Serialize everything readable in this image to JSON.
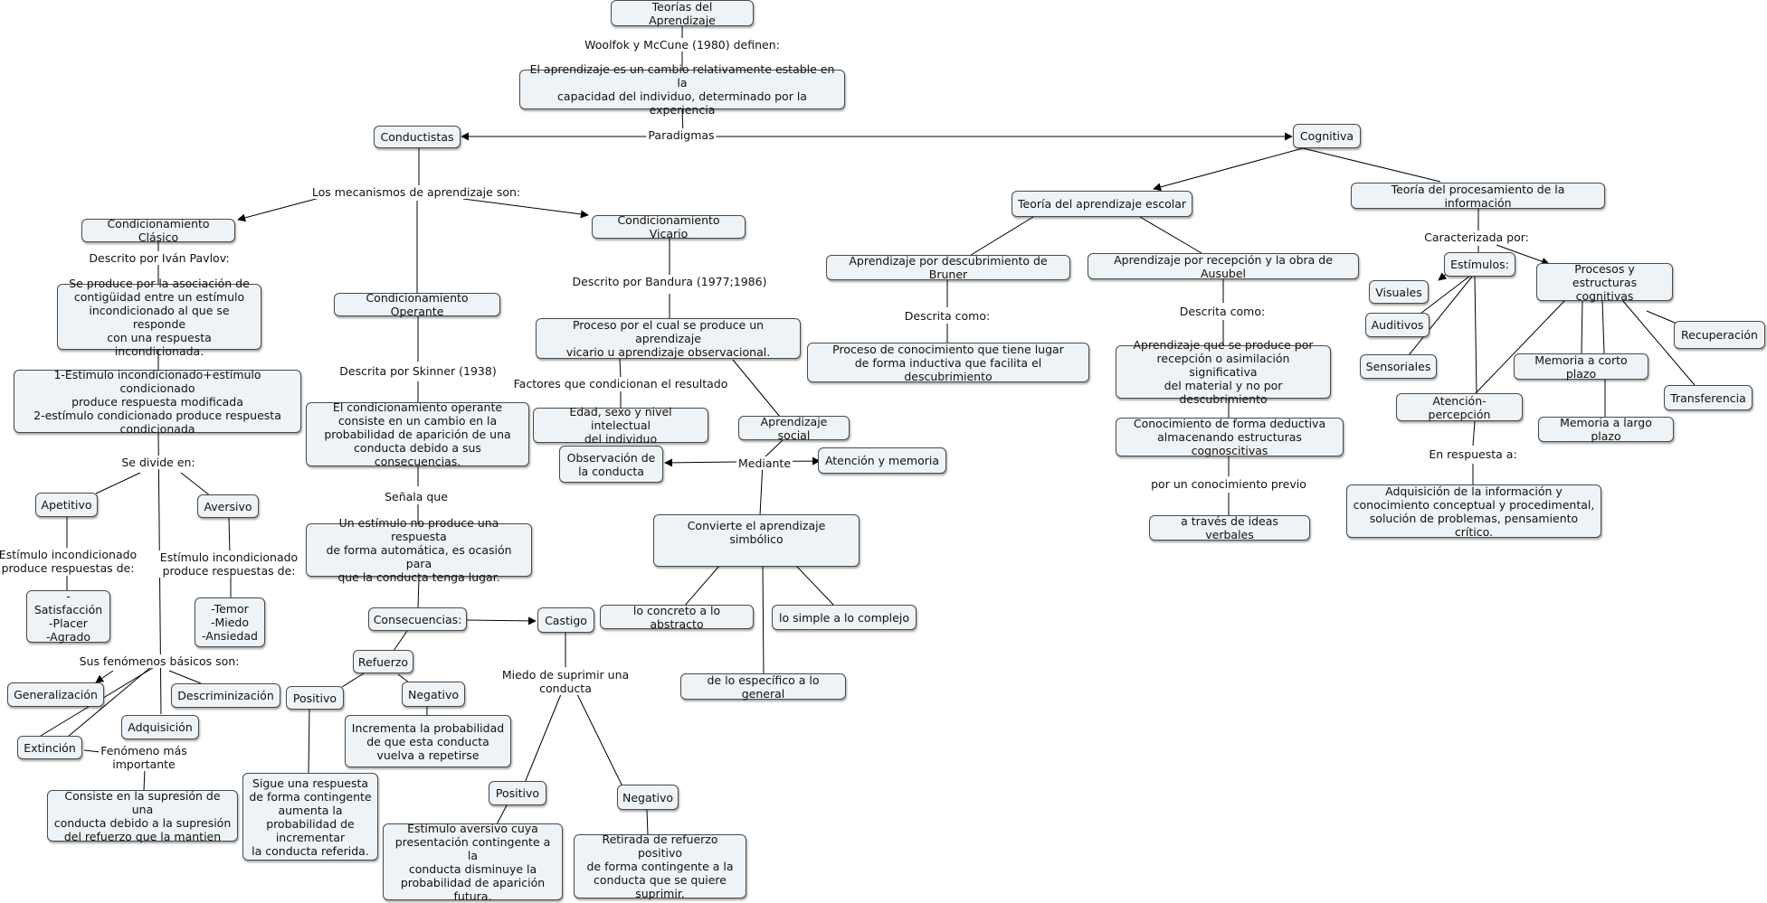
{
  "nodes": {
    "teorias": "Teorías del Aprendizaje",
    "definicion": "El aprendizaje es un cambio relativamente estable en la\ncapacidad del individuo, determinado por la experiencia",
    "conductistas": "Conductistas",
    "cognitiva": "Cognitiva",
    "cond_clasico": "Condicionamiento Clásico",
    "cond_vicario": "Condicionamiento Vicario",
    "cond_operante": "Condicionamiento Operante",
    "clasico_def": "Se produce por la asociación de\ncontigüidad entre un estímulo\nincondicionado al que se responde\ncon una respuesta incondicionada.",
    "clasico_pasos": "1-Estimulo incondicionado+estímulo condicionado\nproduce respuesta modificada\n2-estímulo condicionado produce respuesta\ncondicionada",
    "apetitivo": "Apetitivo",
    "aversivo": "Aversivo",
    "satisfaccion": "-Satisfacción\n-Placer\n-Agrado",
    "temor": "-Temor\n-Miedo\n-Ansiedad",
    "generalizacion": "Generalización",
    "descriminizacion": "Descriminización",
    "adquisicion": "Adquisición",
    "extincion": "Extinción",
    "extincion_def": "Consiste en la supresión de una\nconducta debido a la supresión\ndel refuerzo que la mantien",
    "operante_def": "El condicionamiento operante\nconsiste en un cambio en la\nprobabilidad de aparición de una\nconducta debido a sus consecuencias.",
    "estimulo_no": "Un estímulo no produce una respuesta\nde forma automática, es ocasión para\nque la conducta tenga lugar.",
    "consecuencias": "Consecuencias:",
    "castigo": "Castigo",
    "refuerzo": "Refuerzo",
    "ref_positivo": "Positivo",
    "ref_negativo": "Negativo",
    "ref_neg_def": "Incrementa la probabilidad\nde que esta conducta\nvuelva a repetirse",
    "ref_pos_def": "Sigue una respuesta\nde forma contingente\naumenta la\nprobabilidad de\nincrementar\nla conducta referida.",
    "cas_positivo": "Positivo",
    "cas_negativo": "Negativo",
    "cas_pos_def": "Estímulo aversivo cuya\npresentación contingente a la\nconducta disminuye la\nprobabilidad de aparición\nfutura.",
    "cas_neg_def": "Retirada de refuerzo positivo\nde forma contingente a la\nconducta que se quiere\nsuprimir.",
    "vicario_def": "Proceso por el cual se produce un aprendizaje\nvicario u aprendizaje observacional.",
    "factores": "Edad, sexo y nivel intelectual\ndel individuo",
    "aprendizaje_social": "Aprendizaje social",
    "observacion": "Observación de\nla conducta",
    "atencion_memoria": "Atención y memoria",
    "simbolico": "Convierte el aprendizaje simbólico",
    "concreto": "lo concreto a lo abstracto",
    "simple": "lo simple a lo complejo",
    "especifico": "de lo específico a lo general",
    "teoria_escolar": "Teoría del aprendizaje escolar",
    "bruner": "Aprendizaje por descubrimiento de Bruner",
    "ausubel": "Aprendizaje por recepción y la obra de Ausubel",
    "bruner_def": "Proceso de conocimiento que tiene lugar\nde forma inductiva que facilita el descubrimiento",
    "ausubel_def": "Aprendizaje que se produce por\nrecepción o asimilación significativa\ndel material y no por descubrimiento",
    "deductiva": "Conocimiento de forma deductiva\nalmacenando estructuras cognoscitivas",
    "ideas_verbales": "a través de ideas verbales",
    "procesamiento": "Teoría del procesamiento de la información",
    "estimulos": "Estímulos:",
    "procesos": "Procesos y\nestructuras cognitivas",
    "visuales": "Visuales",
    "auditivos": "Auditivos",
    "sensoriales": "Sensoriales",
    "atencion_percepcion": "Atención-percepción",
    "memoria_corto": "Memoria a corto plazo",
    "memoria_largo": "Memoria a largo plazo",
    "recuperacion": "Recuperación",
    "transferencia": "Transferencia",
    "adquisicion_info": "Adquisición de la información y\nconocimiento conceptual y procedimental,\nsolución de problemas, pensamiento crítico."
  },
  "labels": {
    "woolfolk": "Woolfok y McCune (1980) definen:",
    "paradigmas": "Paradigmas",
    "mecanismos": "Los mecanismos de aprendizaje son:",
    "pavlov": "Descrito por Iván Pavlov:",
    "se_divide": "Se divide en:",
    "estimulo_apetitivo": "Estímulo incondicionado\nproduce respuestas de:",
    "estimulo_aversivo": "Estímulo incondicionado\nproduce respuestas de:",
    "fenomenos": "Sus fenómenos básicos son:",
    "fenomeno_importante": "Fenómeno más\nimportante",
    "skinner": "Descrita por Skinner (1938)",
    "senala": "Señala que",
    "miedo": "Miedo de suprimir una\nconducta",
    "bandura": "Descrito por Bandura (1977;1986)",
    "factores_cond": "Factores que condicionan el resultado",
    "mediante": "Mediante",
    "descrita_como_1": "Descrita como:",
    "descrita_como_2": "Descrita como:",
    "conocimiento_previo": "por un conocimiento previo",
    "caracterizada": "Caracterizada por:",
    "en_respuesta": "En respuesta a:"
  }
}
